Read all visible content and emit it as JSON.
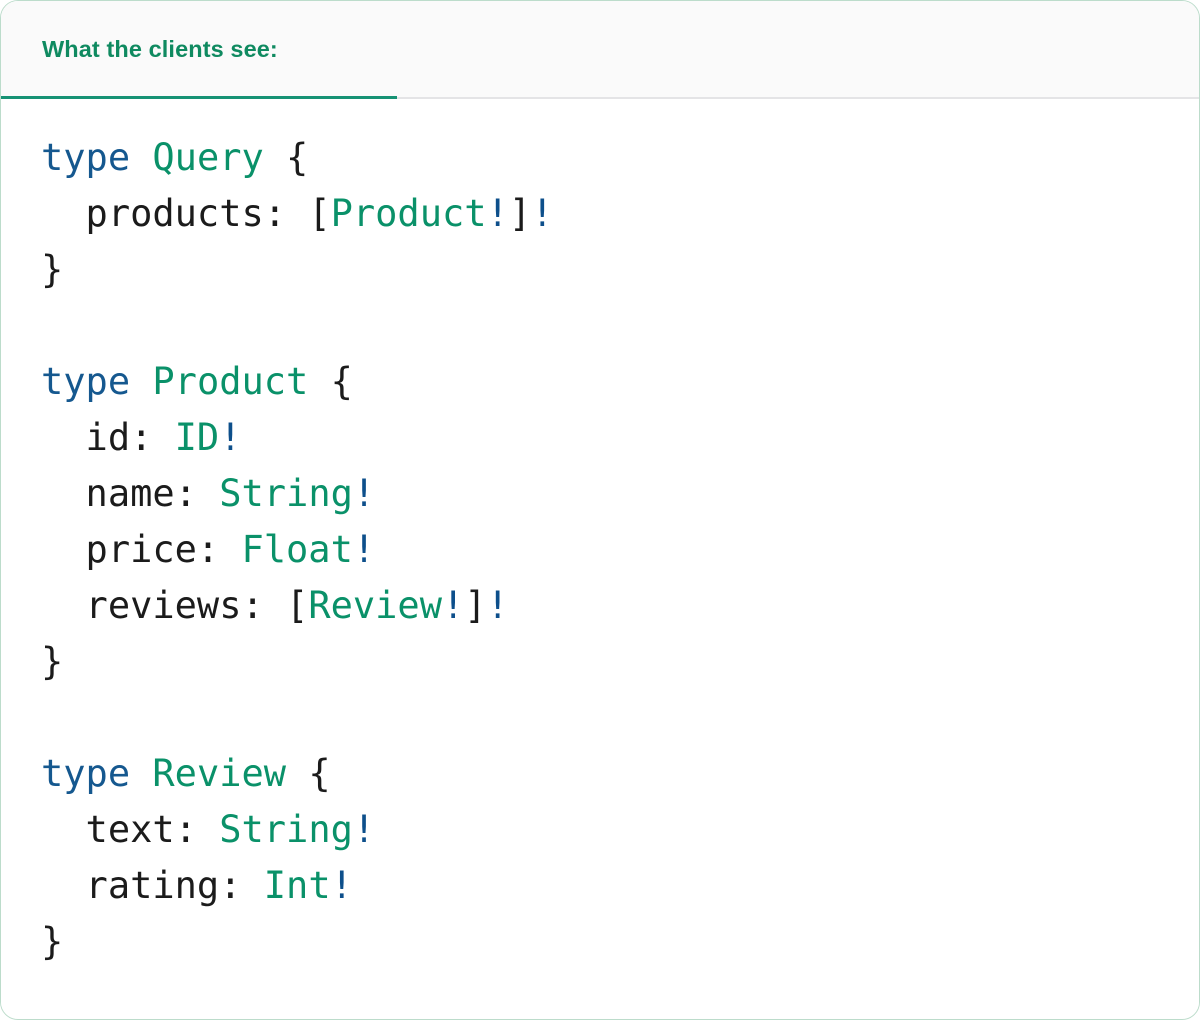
{
  "header": {
    "tab_label": "What the clients see:",
    "accent_color": "#169274",
    "text_color": "#0f8a60",
    "background": "#fafafa",
    "divider_color": "#e4e4e6"
  },
  "theme": {
    "card_background": "#ffffff",
    "card_border": "#bcdccb",
    "keyword_color": "#15588f",
    "typename_color": "#0a9169",
    "bang_color": "#0d4f8b",
    "punctuation_color": "#1b1b1b",
    "field_color": "#1b1b1b"
  },
  "code": {
    "language": "graphql",
    "lines": [
      {
        "id": "l1",
        "tokens": [
          {
            "t": "type",
            "k": "kw"
          },
          {
            "t": " ",
            "k": "pun"
          },
          {
            "t": "Query",
            "k": "type"
          },
          {
            "t": " {",
            "k": "pun"
          }
        ]
      },
      {
        "id": "l2",
        "tokens": [
          {
            "t": "  products: ",
            "k": "name"
          },
          {
            "t": "[",
            "k": "pun"
          },
          {
            "t": "Product",
            "k": "type"
          },
          {
            "t": "!",
            "k": "bang"
          },
          {
            "t": "]",
            "k": "pun"
          },
          {
            "t": "!",
            "k": "bang"
          }
        ]
      },
      {
        "id": "l3",
        "tokens": [
          {
            "t": "}",
            "k": "pun"
          }
        ]
      },
      {
        "id": "l4",
        "tokens": []
      },
      {
        "id": "l5",
        "tokens": [
          {
            "t": "type",
            "k": "kw"
          },
          {
            "t": " ",
            "k": "pun"
          },
          {
            "t": "Product",
            "k": "type"
          },
          {
            "t": " {",
            "k": "pun"
          }
        ]
      },
      {
        "id": "l6",
        "tokens": [
          {
            "t": "  id: ",
            "k": "name"
          },
          {
            "t": "ID",
            "k": "type"
          },
          {
            "t": "!",
            "k": "bang"
          }
        ]
      },
      {
        "id": "l7",
        "tokens": [
          {
            "t": "  name: ",
            "k": "name"
          },
          {
            "t": "String",
            "k": "type"
          },
          {
            "t": "!",
            "k": "bang"
          }
        ]
      },
      {
        "id": "l8",
        "tokens": [
          {
            "t": "  price: ",
            "k": "name"
          },
          {
            "t": "Float",
            "k": "type"
          },
          {
            "t": "!",
            "k": "bang"
          }
        ]
      },
      {
        "id": "l9",
        "tokens": [
          {
            "t": "  reviews: ",
            "k": "name"
          },
          {
            "t": "[",
            "k": "pun"
          },
          {
            "t": "Review",
            "k": "type"
          },
          {
            "t": "!",
            "k": "bang"
          },
          {
            "t": "]",
            "k": "pun"
          },
          {
            "t": "!",
            "k": "bang"
          }
        ]
      },
      {
        "id": "l10",
        "tokens": [
          {
            "t": "}",
            "k": "pun"
          }
        ]
      },
      {
        "id": "l11",
        "tokens": []
      },
      {
        "id": "l12",
        "tokens": [
          {
            "t": "type",
            "k": "kw"
          },
          {
            "t": " ",
            "k": "pun"
          },
          {
            "t": "Review",
            "k": "type"
          },
          {
            "t": " {",
            "k": "pun"
          }
        ]
      },
      {
        "id": "l13",
        "tokens": [
          {
            "t": "  text: ",
            "k": "name"
          },
          {
            "t": "String",
            "k": "type"
          },
          {
            "t": "!",
            "k": "bang"
          }
        ]
      },
      {
        "id": "l14",
        "tokens": [
          {
            "t": "  rating: ",
            "k": "name"
          },
          {
            "t": "Int",
            "k": "type"
          },
          {
            "t": "!",
            "k": "bang"
          }
        ]
      },
      {
        "id": "l15",
        "tokens": [
          {
            "t": "}",
            "k": "pun"
          }
        ]
      }
    ],
    "plain_text": "type Query {\n  products: [Product!]!\n}\n\ntype Product {\n  id: ID!\n  name: String!\n  price: Float!\n  reviews: [Review!]!\n}\n\ntype Review {\n  text: String!\n  rating: Int!\n}"
  }
}
